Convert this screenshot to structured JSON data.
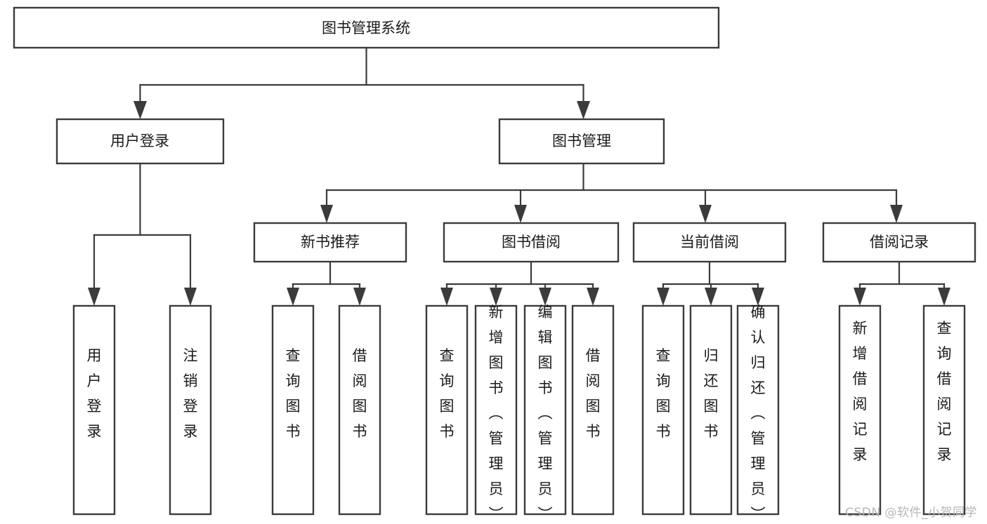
{
  "diagram": {
    "type": "tree-hierarchy",
    "title": "图书管理系统",
    "watermark": "CSDN @软件_小贺同学",
    "colors": {
      "stroke": "#3b3b3b",
      "fill": "#ffffff",
      "text": "#1a1a1a",
      "watermark": "#b7b7b7",
      "background": "#ffffff"
    },
    "root": {
      "id": "root",
      "label": "图书管理系统",
      "orientation": "horizontal"
    },
    "level1": [
      {
        "id": "user-login",
        "label": "用户登录",
        "orientation": "horizontal"
      },
      {
        "id": "book-manage",
        "label": "图书管理",
        "orientation": "horizontal"
      }
    ],
    "level2": [
      {
        "id": "new-book-recommend",
        "parent": "book-manage",
        "label": "新书推荐",
        "orientation": "horizontal"
      },
      {
        "id": "book-borrow",
        "parent": "book-manage",
        "label": "图书借阅",
        "orientation": "horizontal"
      },
      {
        "id": "current-borrow",
        "parent": "book-manage",
        "label": "当前借阅",
        "orientation": "horizontal"
      },
      {
        "id": "borrow-record",
        "parent": "book-manage",
        "label": "借阅记录",
        "orientation": "horizontal"
      }
    ],
    "leaves": [
      {
        "id": "leaf-user-login",
        "parent": "user-login",
        "label": "用户登录",
        "orientation": "vertical"
      },
      {
        "id": "leaf-user-logout",
        "parent": "user-login",
        "label": "注销登录",
        "orientation": "vertical"
      },
      {
        "id": "leaf-query-book-1",
        "parent": "new-book-recommend",
        "label": "查询图书",
        "orientation": "vertical"
      },
      {
        "id": "leaf-borrow-book-1",
        "parent": "new-book-recommend",
        "label": "借阅图书",
        "orientation": "vertical"
      },
      {
        "id": "leaf-query-book-2",
        "parent": "book-borrow",
        "label": "查询图书",
        "orientation": "vertical"
      },
      {
        "id": "leaf-add-book",
        "parent": "book-borrow",
        "label": "新增图书（管理员）",
        "orientation": "vertical"
      },
      {
        "id": "leaf-edit-book",
        "parent": "book-borrow",
        "label": "编辑图书（管理员）",
        "orientation": "vertical"
      },
      {
        "id": "leaf-borrow-book-2",
        "parent": "book-borrow",
        "label": "借阅图书",
        "orientation": "vertical"
      },
      {
        "id": "leaf-query-book-3",
        "parent": "current-borrow",
        "label": "查询图书",
        "orientation": "vertical"
      },
      {
        "id": "leaf-return-book",
        "parent": "current-borrow",
        "label": "归还图书",
        "orientation": "vertical"
      },
      {
        "id": "leaf-confirm-return",
        "parent": "current-borrow",
        "label": "确认归还（管理员）",
        "orientation": "vertical"
      },
      {
        "id": "leaf-add-record",
        "parent": "borrow-record",
        "label": "新增借阅记录",
        "orientation": "vertical"
      },
      {
        "id": "leaf-query-record",
        "parent": "borrow-record",
        "label": "查询借阅记录",
        "orientation": "vertical"
      }
    ]
  }
}
